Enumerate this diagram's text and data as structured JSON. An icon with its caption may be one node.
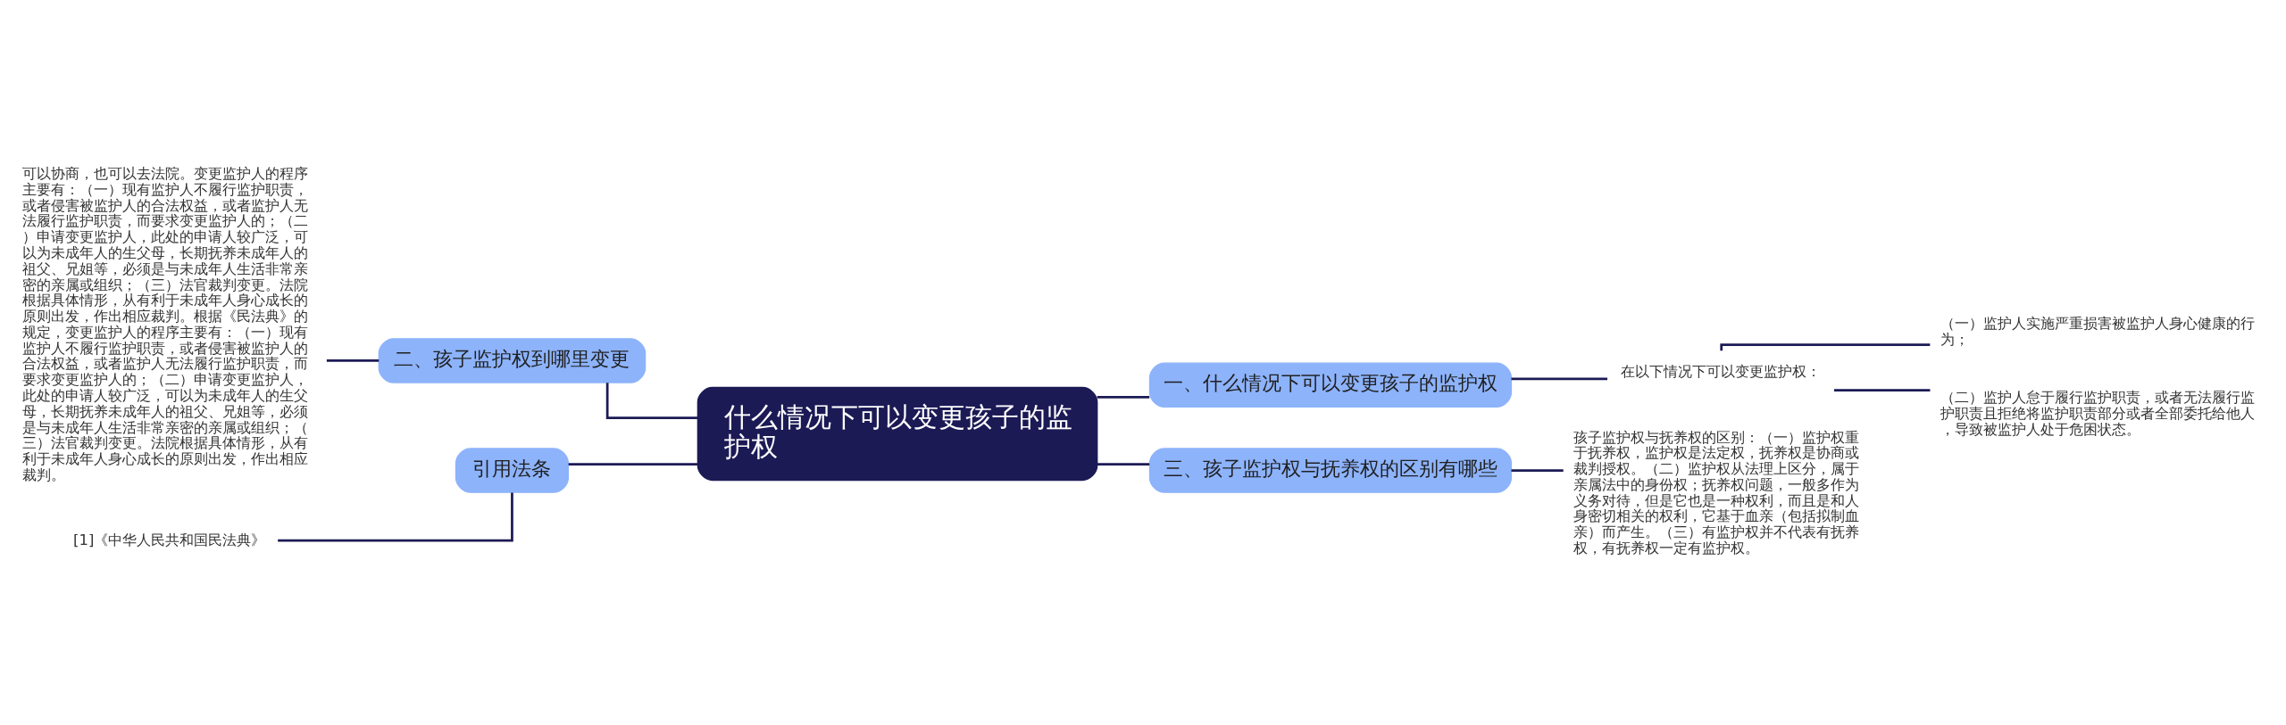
{
  "diagram": {
    "nodes": [
      {
        "text": [
          "什么情况下可以变更孩子的监护权"
        ]
      },
      {
        "text": [
          "一、什么情况下可以变更孩子的监护权"
        ]
      },
      {
        "text": [
          "在以下情况下可以变更监护权："
        ]
      },
      {
        "text": [
          "（一）监护人实施严重损害被监护人身心健康的行为；"
        ]
      },
      {
        "text": [
          "（二）监护人怠于履行监护职责，或者无法履行监护职责且拒绝将监护职责部分或者全部委托给他人，导致被监护人处于危困状态。"
        ]
      },
      {
        "text": [
          "三、孩子监护权与抚养权的区别有哪些"
        ]
      },
      {
        "text": [
          "孩子监护权与抚养权的区别：（一）监护权重于抚养权，监护权是法定权，抚养权是协商或裁判授权。（二）监护权从法理上区分，属于亲属法中的身份权；抚养权问题，一般多作为义务对待，但是它也是一种权利，而且是和人身密切相关的权利，它基于血亲（包括拟制血亲）而产生。（三）有监护权并不代表有抚养权，有抚养权一定有监护权。"
        ]
      },
      {
        "text": [
          "二、孩子监护权到哪里变更"
        ]
      },
      {
        "text": [
          "可以协商，也可以去法院。变更监护人的程序主要有：（一）现有监护人不履行监护职责，或者侵害被监护人的合法权益，或者监护人无法履行监护职责，而要求变更监护人的；（二）申请变更监护人，此处的申请人较广泛，可以为未成年人的生父母，长期抚养未成年人的祖父、兄姐等，必须是与未成年人生活非常亲密的亲属或组织；（三）法官裁判变更。法院根据具体情形，从有利于未成年人身心成长的原则出发，作出相应裁判。根据《民法典》的规定，变更监护人的程序主要有：（一）现有监护人不履行监护职责，或者侵害被监护人的合法权益，或者监护人无法履行监护职责，而要求变更监护人的；（二）申请变更监护人，此处的申请人较广泛，可以为未成年人的生父母，长期抚养未成年人的祖父、兄姐等，必须是与未成年人生活非常亲密的亲属或组织；（三）法官裁判变更。法院根据具体情形，从有利于未成年人身心成长的原则出发，作出相应裁判。"
        ]
      },
      {
        "text": [
          "引用法条"
        ]
      },
      {
        "text": [
          "[1]《中华人民共和国民法典》"
        ]
      }
    ],
    "edges": [
      {
        "from": 0,
        "to": 1,
        "arrow": "none"
      },
      {
        "from": 1,
        "to": 2,
        "arrow": "none"
      },
      {
        "from": 2,
        "to": 3,
        "arrow": "none"
      },
      {
        "from": 2,
        "to": 4,
        "arrow": "none"
      },
      {
        "from": 0,
        "to": 5,
        "arrow": "none"
      },
      {
        "from": 5,
        "to": 6,
        "arrow": "none"
      },
      {
        "from": 0,
        "to": 7,
        "arrow": "none"
      },
      {
        "from": 7,
        "to": 8,
        "arrow": "none"
      },
      {
        "from": 0,
        "to": 9,
        "arrow": "none"
      },
      {
        "from": 9,
        "to": 10,
        "arrow": "none"
      }
    ]
  }
}
